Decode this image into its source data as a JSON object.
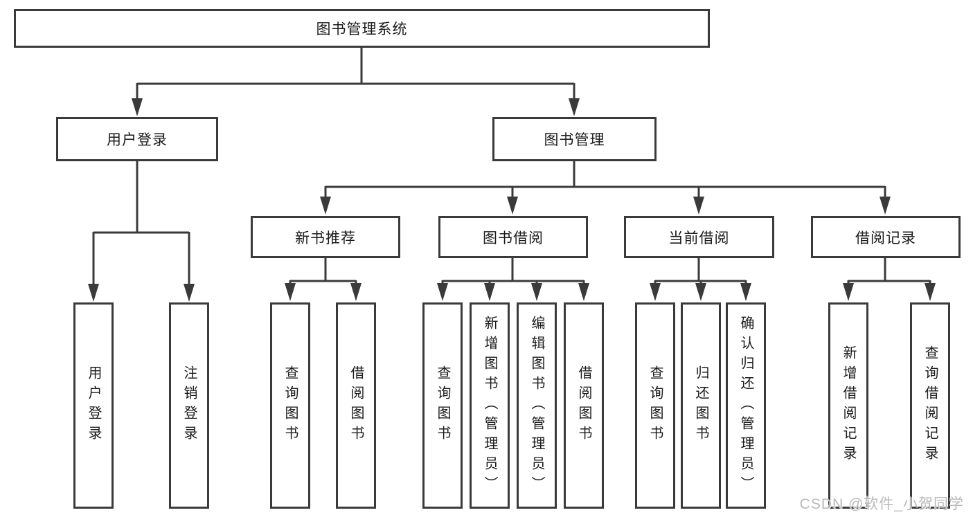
{
  "diagram": {
    "tree": {
      "root": {
        "label": "图书管理系统"
      },
      "branches": [
        {
          "label": "用户登录",
          "children": [
            {
              "label": "用户登录"
            },
            {
              "label": "注销登录"
            }
          ]
        },
        {
          "label": "图书管理",
          "modules": [
            {
              "label": "新书推荐",
              "children": [
                {
                  "label": "查询图书"
                },
                {
                  "label": "借阅图书"
                }
              ]
            },
            {
              "label": "图书借阅",
              "children": [
                {
                  "label": "查询图书"
                },
                {
                  "label": "新增图书（管理员）"
                },
                {
                  "label": "编辑图书（管理员）"
                },
                {
                  "label": "借阅图书"
                }
              ]
            },
            {
              "label": "当前借阅",
              "children": [
                {
                  "label": "查询图书"
                },
                {
                  "label": "归还图书"
                },
                {
                  "label": "确认归还（管理员）"
                }
              ]
            },
            {
              "label": "借阅记录",
              "children": [
                {
                  "label": "新增借阅记录"
                },
                {
                  "label": "查询借阅记录"
                }
              ]
            }
          ]
        }
      ]
    },
    "watermark": "CSDN @软件_小贺同学",
    "colors": {
      "line": "#3a3a3a",
      "box_border": "#3a3a3a",
      "text": "#1b1b1b",
      "watermark": "#b9b9b9",
      "background": "#ffffff"
    }
  }
}
